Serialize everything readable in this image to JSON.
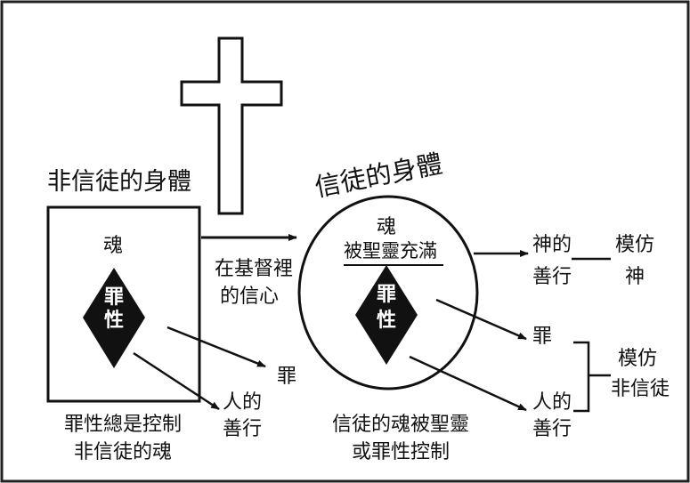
{
  "titles": {
    "unbeliever_body": "非信徒的身體",
    "believer_body": "信徒的身體"
  },
  "unbeliever_box": {
    "soul": "魂",
    "sin_nature_1": "罪",
    "sin_nature_2": "性"
  },
  "believer_circle": {
    "soul": "魂",
    "filled": "被聖靈充滿",
    "sin_nature_1": "罪",
    "sin_nature_2": "性"
  },
  "labels": {
    "faith_line1": "在基督裡",
    "faith_line2": "的信心",
    "sin_left": "罪",
    "human_works_left_1": "人的",
    "human_works_left_2": "善行",
    "gods_works_1": "神的",
    "gods_works_2": "善行",
    "imitate_god_1": "模仿",
    "imitate_god_2": "神",
    "sin_right": "罪",
    "human_works_right_1": "人的",
    "human_works_right_2": "善行",
    "imitate_unbeliever_1": "模仿",
    "imitate_unbeliever_2": "非信徒"
  },
  "captions": {
    "left_line1": "罪性總是控制",
    "left_line2": "非信徒的魂",
    "right_line1": "信徒的魂被聖靈",
    "right_line2": "或罪性控制"
  }
}
